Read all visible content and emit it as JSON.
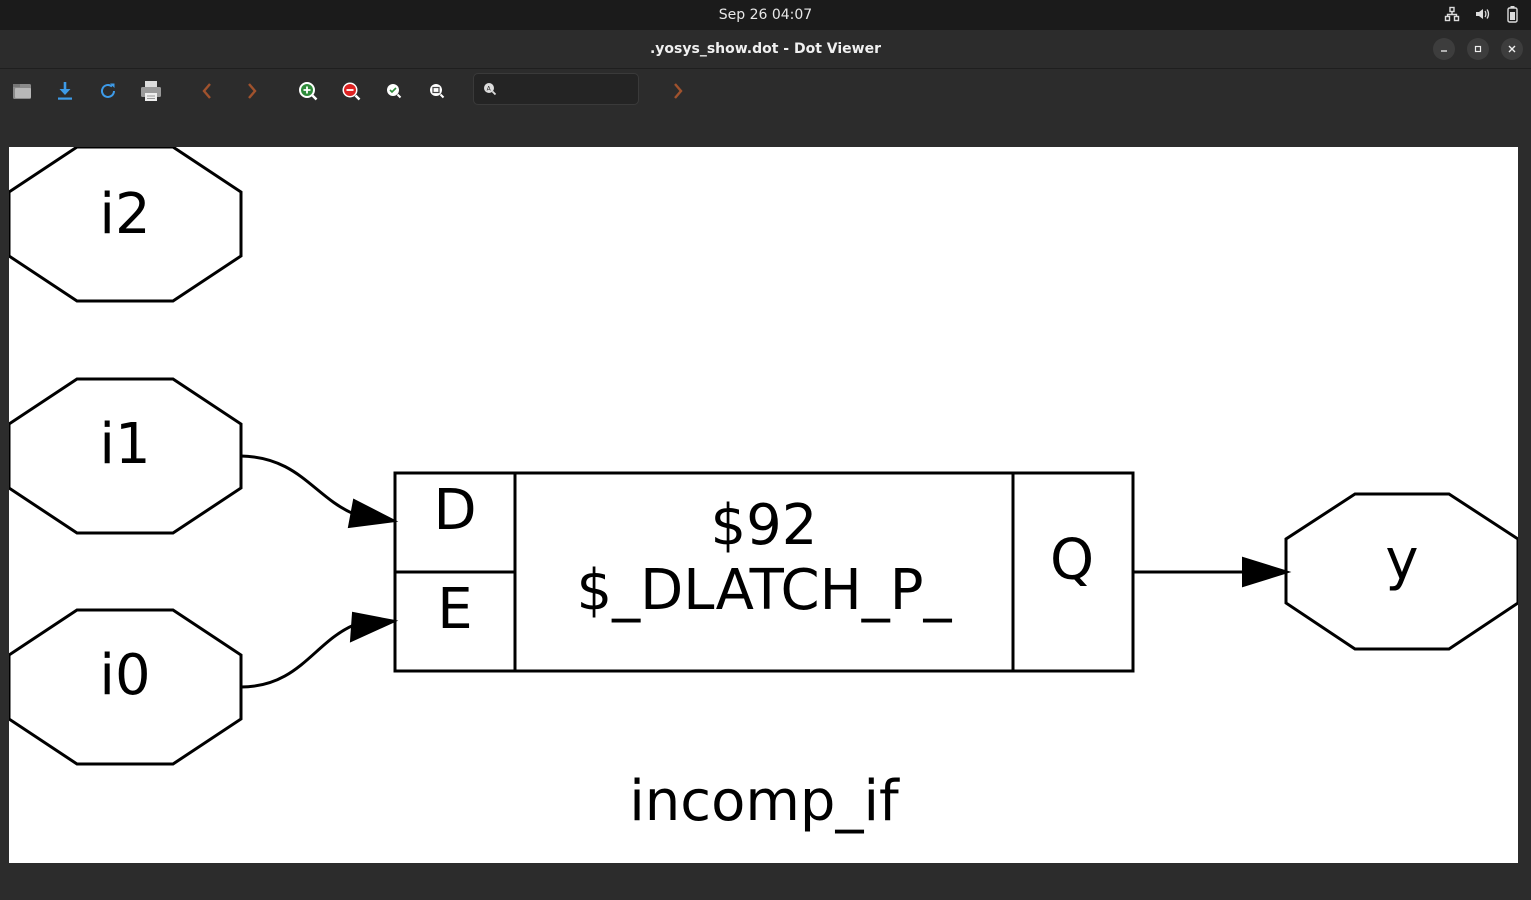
{
  "topbar": {
    "clock": "Sep 26  04:07"
  },
  "window": {
    "title": ".yosys_show.dot - Dot Viewer"
  },
  "search": {
    "placeholder": ""
  },
  "graph": {
    "nodes": {
      "i2": "i2",
      "i1": "i1",
      "i0": "i0",
      "y": "y"
    },
    "cell": {
      "port_d": "D",
      "port_e": "E",
      "port_q": "Q",
      "id": "$92",
      "type": "$_DLATCH_P_"
    },
    "module_name": "incomp_if"
  }
}
